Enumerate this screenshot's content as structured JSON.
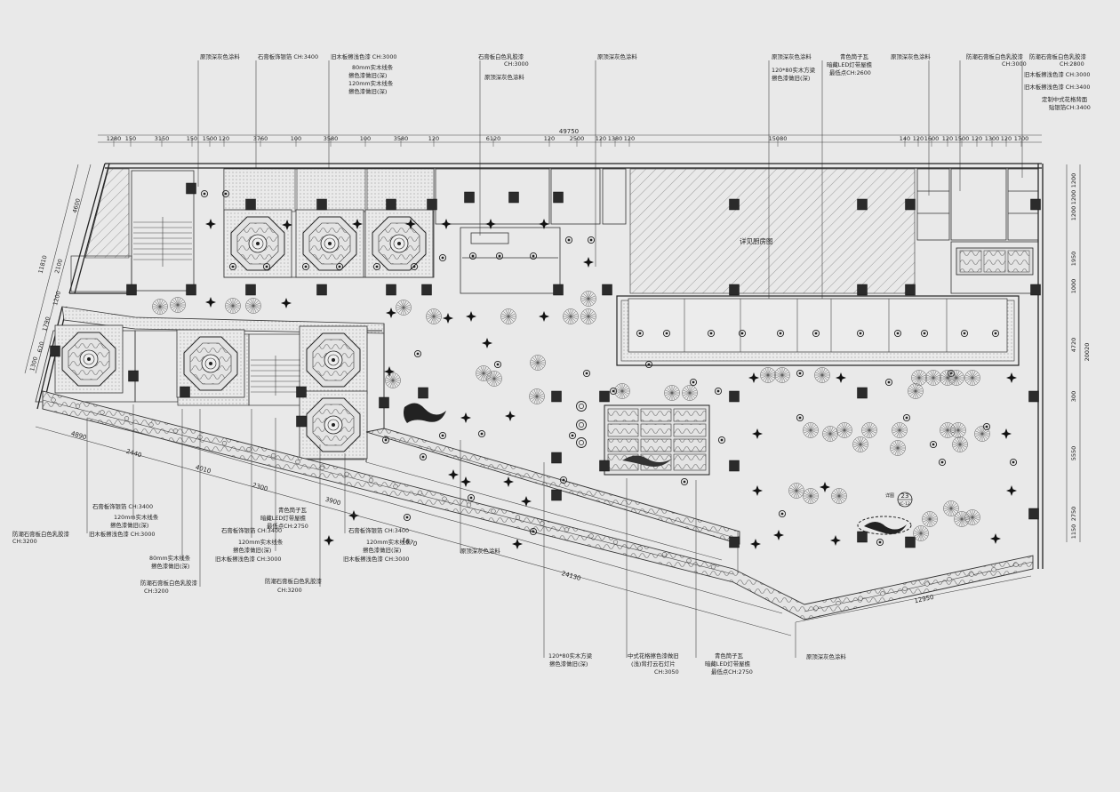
{
  "plan": {
    "room_label": "详见厨房图",
    "detail_tag": {
      "number": "23",
      "sheet": "JC-12",
      "note": "详图"
    },
    "dimensions_top": [
      "1280",
      "150",
      "3150",
      "150",
      "1500",
      "120",
      "3760",
      "100",
      "3580",
      "100",
      "3580",
      "120",
      "6120",
      "120",
      "2500",
      "120",
      "1380",
      "120",
      "15080",
      "140",
      "120",
      "1600",
      "120",
      "1500",
      "120",
      "1300",
      "120",
      "1700"
    ],
    "dimension_total_top": "49750",
    "dimensions_left": [
      "4600",
      "11810",
      "2100",
      "1200",
      "1790",
      "620",
      "1300"
    ],
    "dimensions_right": [
      "1200",
      "1200",
      "1200",
      "1950",
      "1000",
      "4720",
      "20020",
      "300",
      "5550",
      "2750",
      "1150"
    ],
    "dimensions_bottom_diag": [
      "4890",
      "2440",
      "4010",
      "2300",
      "3900",
      "1870",
      "24130",
      "12950"
    ],
    "callouts_top": [
      {
        "lines": [
          "原顶深灰色涂料"
        ]
      },
      {
        "lines": [
          "石膏板饰银箔 CH:3400"
        ]
      },
      {
        "lines": [
          "旧木板擦浅色漆 CH:3000",
          "80mm实木线条",
          "擦色漆做旧(深)",
          "120mm实木线条",
          "擦色漆做旧(深)"
        ]
      },
      {
        "lines": [
          "石膏板白色乳胶漆",
          "CH:3000",
          "原顶深灰色涂料"
        ]
      },
      {
        "lines": [
          "原顶深灰色涂料"
        ]
      },
      {
        "lines": [
          "原顶深灰色涂料",
          "120*80实木方梁",
          "擦色漆做旧(深)"
        ]
      },
      {
        "lines": [
          "青色筒子瓦",
          "暗藏LED灯带屋檐",
          "最低点CH:2600"
        ]
      },
      {
        "lines": [
          "原顶深灰色涂料"
        ]
      },
      {
        "lines": [
          "防潮石膏板白色乳胶漆",
          "CH:3000"
        ]
      },
      {
        "lines": [
          "防潮石膏板白色乳胶漆",
          "CH:2800",
          "旧木板擦浅色漆 CH:3000",
          "旧木板擦浅色漆 CH:3400",
          "定制中式花格背面",
          "贴银箔CH:3400"
        ]
      }
    ],
    "callouts_bottom": [
      {
        "lines": [
          "石膏板饰银箔 CH:3400",
          "120mm实木线条",
          "擦色漆做旧(深)",
          "旧木板擦浅色漆 CH:3000"
        ]
      },
      {
        "lines": [
          "防潮石膏板白色乳胶漆",
          "CH:3200"
        ]
      },
      {
        "lines": [
          "80mm实木线条",
          "擦色漆做旧(深)"
        ]
      },
      {
        "lines": [
          "防潮石膏板白色乳胶漆",
          "CH:3200"
        ]
      },
      {
        "lines": [
          "青色筒子瓦",
          "暗藏LED灯带屋檐",
          "最低点CH:2750"
        ]
      },
      {
        "lines": [
          "石膏板饰银箔 CH:3400",
          "120mm实木线条",
          "擦色漆做旧(深)",
          "旧木板擦浅色漆 CH:3000"
        ]
      },
      {
        "lines": [
          "防潮石膏板白色乳胶漆",
          "CH:3200"
        ]
      },
      {
        "lines": [
          "石膏板饰银箔 CH:3400",
          "120mm实木线条",
          "擦色漆做旧(深)",
          "旧木板擦浅色漆 CH:3000"
        ]
      },
      {
        "lines": [
          "原顶深灰色涂料"
        ]
      },
      {
        "lines": [
          "120*80实木方梁",
          "擦色漆做旧(深)"
        ]
      },
      {
        "lines": [
          "中式花格擦色漆做旧",
          "(浅)背打云石灯片",
          "CH:3050"
        ]
      },
      {
        "lines": [
          "青色筒子瓦",
          "暗藏LED灯带屋檐",
          "最低点CH:2750"
        ]
      },
      {
        "lines": [
          "原顶深灰色涂料"
        ]
      }
    ]
  }
}
